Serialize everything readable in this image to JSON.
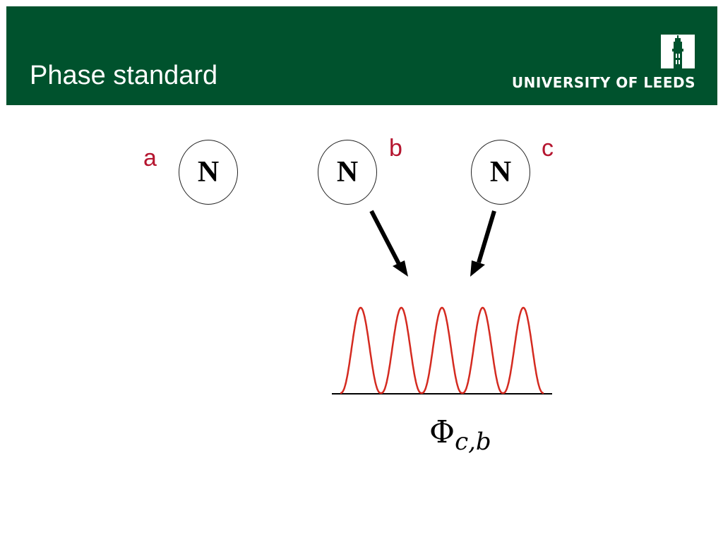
{
  "header": {
    "title": "Phase standard",
    "logo_text": "UNIVERSITY OF LEEDS",
    "logo_icon": "tower-icon",
    "background": "#00522d"
  },
  "nodes": [
    {
      "label": "a",
      "glyph": "N"
    },
    {
      "label": "b",
      "glyph": "N"
    },
    {
      "label": "c",
      "glyph": "N"
    }
  ],
  "label_color": "#b5152f",
  "wave_color": "#d42a20",
  "wave_peaks": 5,
  "formula": {
    "symbol": "Φ",
    "subscript": "c,b"
  }
}
